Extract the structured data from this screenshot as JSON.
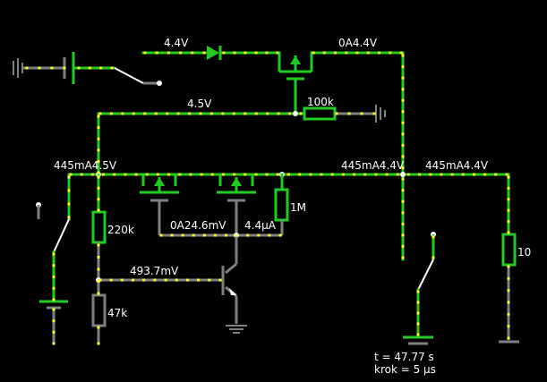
{
  "labels": {
    "v_top_left": "4.4V",
    "v_top_right": "0A4.4V",
    "v_mid": "4.5V",
    "r_100k": "100k",
    "bus_left": "445mA4.5V",
    "bus_mid": "445mA4.4V",
    "bus_right": "445mA4.4V",
    "r_1m": "1M",
    "r_220k": "220k",
    "node_gate": "0A24.6mV",
    "node_src": "4.4µA",
    "base_v": "493.7mV",
    "r_47k": "47k",
    "r_10": "10",
    "time": "t = 47.77 s",
    "step": "krok = 5 µs"
  },
  "colors": {
    "wire_live": "#22cc22",
    "wire_ground": "#808080",
    "current_dot": "#ffff33",
    "background": "#000000",
    "text": "#ffffff"
  }
}
